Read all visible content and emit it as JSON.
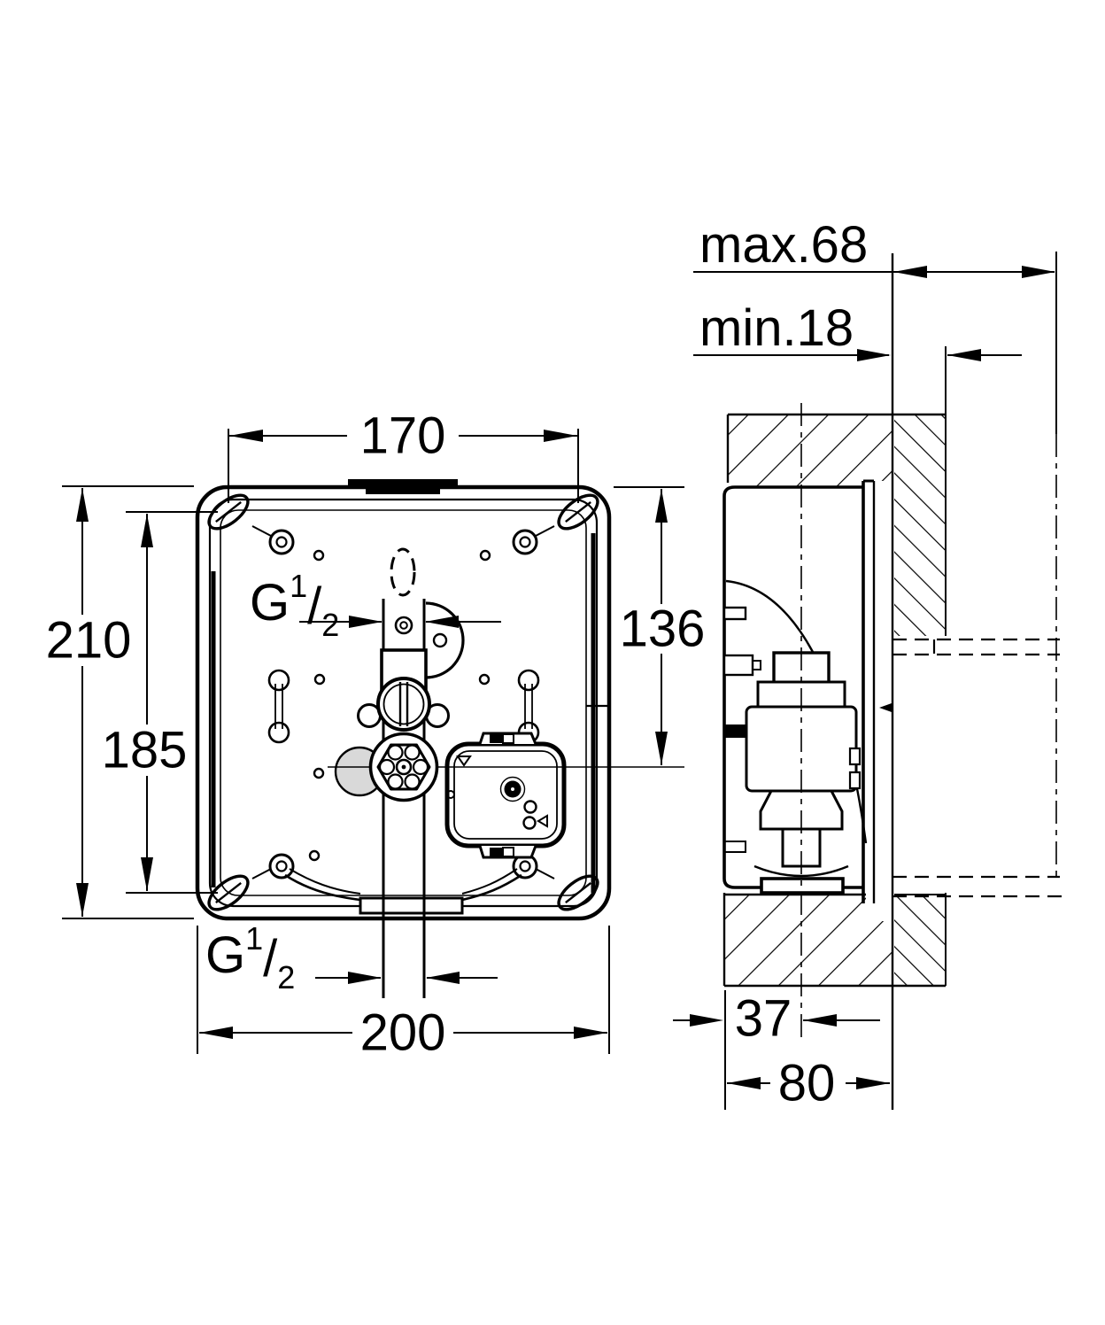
{
  "drawing": {
    "type": "installation dimension drawing",
    "views": [
      "front view of concealed mounting box",
      "side section in wall"
    ],
    "front_view": {
      "dim_slot_spacing_horizontal": "170",
      "dim_overall_height": "210",
      "dim_slot_spacing_vertical": "185",
      "dim_top_to_valve_axis": "136",
      "dim_overall_width": "200",
      "thread_top": {
        "prefix": "G",
        "numerator": "1",
        "slash": "/",
        "denominator": "2"
      },
      "thread_bottom": {
        "prefix": "G",
        "numerator": "1",
        "slash": "/",
        "denominator": "2"
      }
    },
    "side_view": {
      "dim_finish_depth_max": "max.68",
      "dim_finish_depth_min": "min.18",
      "dim_axis_offset": "37",
      "dim_box_depth": "80"
    },
    "colors": {
      "line": "#000000",
      "background": "#ffffff",
      "shadow_disc_fill": "#d9d9d9"
    }
  }
}
